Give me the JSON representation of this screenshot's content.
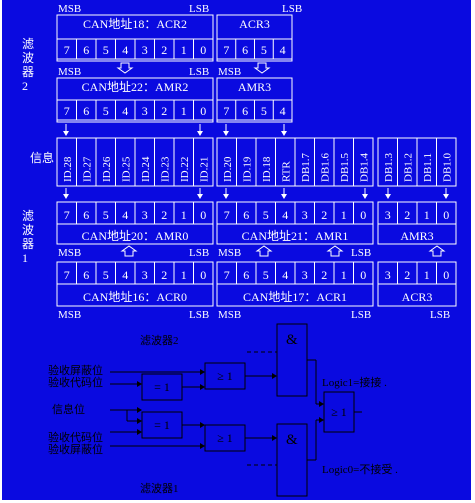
{
  "filter2_label": [
    "滤",
    "波",
    "器",
    "2"
  ],
  "filter1_label": [
    "滤",
    "波",
    "器",
    "1"
  ],
  "info_label": "信息",
  "msb": "MSB",
  "lsb": "LSB",
  "bits8": [
    "7",
    "6",
    "5",
    "4",
    "3",
    "2",
    "1",
    "0"
  ],
  "bits4_hi": [
    "7",
    "6",
    "5",
    "4"
  ],
  "bits4_lo": [
    "3",
    "2",
    "1",
    "0"
  ],
  "acr2_title": "CAN地址18：ACR2",
  "acr3_title": "ACR3",
  "amr2_title": "CAN地址22：AMR2",
  "amr3_title": "AMR3",
  "info_bits_a": [
    "ID.28",
    "ID.27",
    "ID.26",
    "ID.25",
    "ID.24",
    "ID.23",
    "ID.22",
    "ID.21"
  ],
  "info_bits_b": [
    "ID.20",
    "ID.19",
    "ID.18",
    "RTR",
    "DB1.7",
    "DB1.6",
    "DB1.5",
    "DB1.4"
  ],
  "info_bits_c": [
    "DB1.3",
    "DB1.2",
    "DB1.1",
    "DB1.0"
  ],
  "amr0_title": "CAN地址20：AMR0",
  "amr1_title": "CAN地址21：AMR1",
  "amr3b_title": "AMR3",
  "acr0_title": "CAN地址16：ACR0",
  "acr1_title": "CAN地址17：ACR1",
  "acr3b_title": "ACR3",
  "logic": {
    "filter2": "滤波器2",
    "filter1": "滤波器1",
    "accept_mask_1": "验收屏蔽位",
    "accept_code_1": "验收代码位",
    "info_bit": "信息位",
    "accept_code_2": "验收代码位",
    "accept_mask_2": "验收屏蔽位",
    "xnor": "= 1",
    "or_gate": "≥ 1",
    "and_gate": "&",
    "logic1": "Logic1=接接 .",
    "logic0": "Logic0=不接受 ."
  },
  "colors": {
    "panel": "#0a0ae0",
    "line": "#ffffff",
    "logic_bg": "#ffffff",
    "logic_line": "#000000"
  }
}
